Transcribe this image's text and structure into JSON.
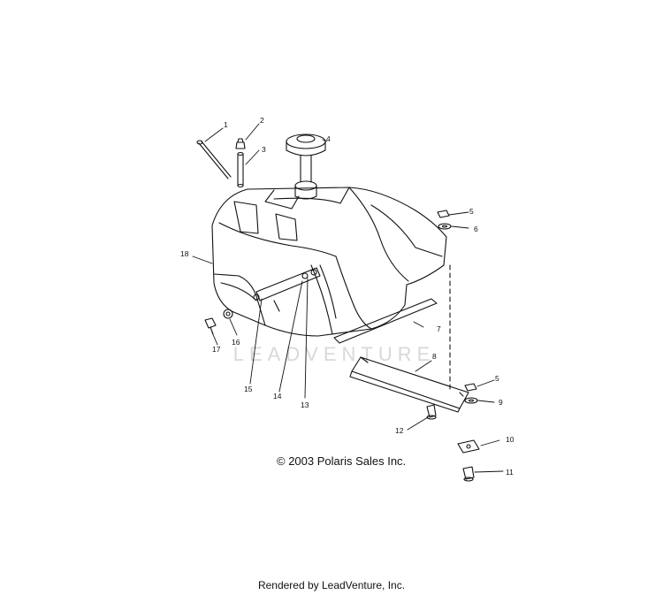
{
  "callouts": [
    "1",
    "2",
    "3",
    "4",
    "5",
    "6",
    "7",
    "8",
    "5",
    "9",
    "10",
    "11",
    "12",
    "13",
    "14",
    "15",
    "16",
    "17",
    "18"
  ],
  "watermark": "LEADVENTURE",
  "copyright": "© 2003 Polaris Sales Inc.",
  "footer": "Rendered by LeadVenture, Inc."
}
